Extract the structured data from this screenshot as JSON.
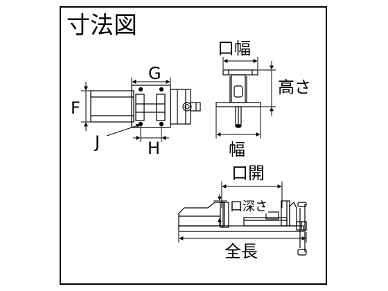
{
  "title": "寸法図",
  "labels": {
    "kuchihaba": "口幅",
    "takasa": "高さ",
    "haba": "幅",
    "g": "G",
    "f": "F",
    "j": "J",
    "h": "H",
    "kuchibiraki": "口開",
    "kuchifukasa": "口深さ",
    "zencho": "全長"
  },
  "colors": {
    "line": "#000000",
    "background": "#ffffff"
  }
}
